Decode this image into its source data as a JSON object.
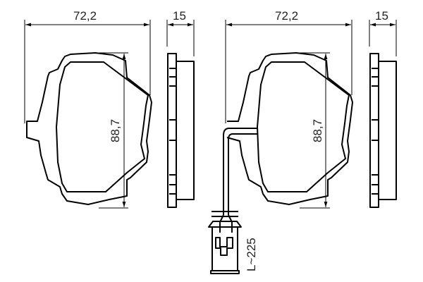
{
  "diagram": {
    "subject": "brake pad set technical drawing",
    "colors": {
      "line": "#000000",
      "text": "#222222",
      "background": "#ffffff"
    },
    "left_pad": {
      "width_label": "72,2",
      "height_label": "88,7",
      "thickness_label": "15"
    },
    "right_pad": {
      "width_label": "72,2",
      "height_label": "88,7",
      "thickness_label": "15",
      "wire_length_label": "L~225"
    }
  }
}
